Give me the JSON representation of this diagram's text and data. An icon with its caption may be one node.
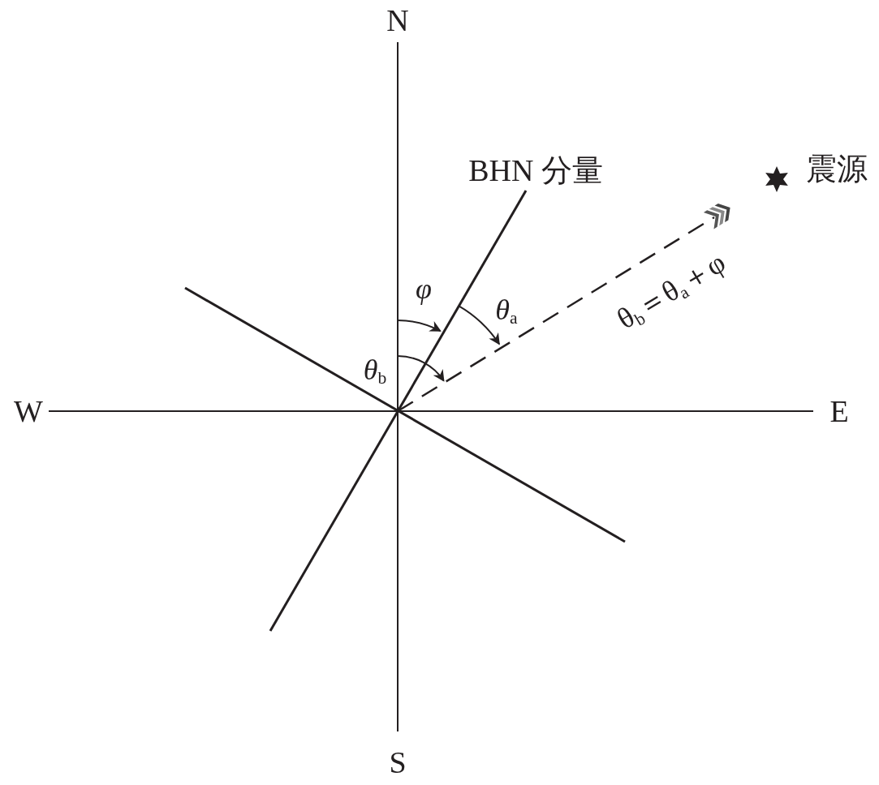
{
  "diagram": {
    "labels": [
      "N",
      "BHN 分量",
      "震源",
      "φ",
      "*θ*$_{a}$",
      "θ$_{b}$＝θ$_{a}$＋φ",
      "*θ*$_{b}$",
      "W",
      "E",
      "S"
    ]
  }
}
